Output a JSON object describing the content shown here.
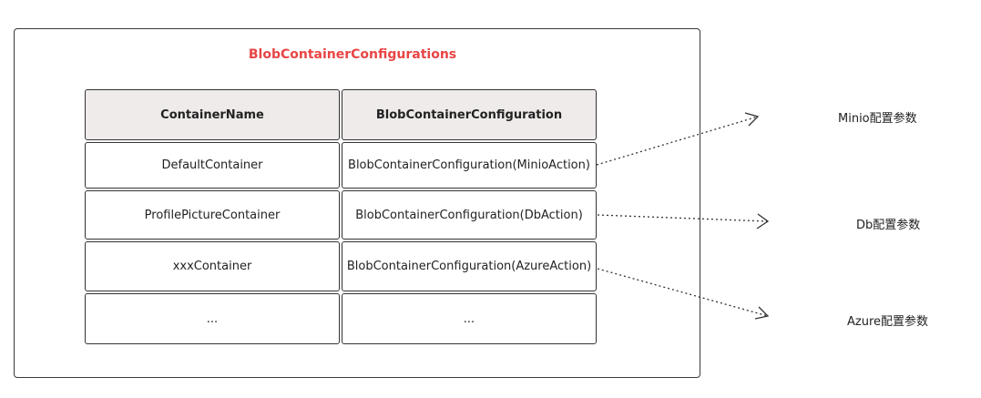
{
  "title": "BlobContainerConfigurations",
  "table": {
    "headers": [
      "ContainerName",
      "BlobContainerConfiguration"
    ],
    "rows": [
      [
        "DefaultContainer",
        "BlobContainerConfiguration(MinioAction)"
      ],
      [
        "ProfilePictureContainer",
        "BlobContainerConfiguration(DbAction)"
      ],
      [
        "xxxContainer",
        "BlobContainerConfiguration(AzureAction)"
      ],
      [
        "...",
        "..."
      ]
    ]
  },
  "targets": [
    {
      "label": "Minio配置参数"
    },
    {
      "label": "Db配置参数"
    },
    {
      "label": "Azure配置参数"
    }
  ],
  "colors": {
    "title": "#e84545",
    "header_fill": "#efebea",
    "border": "#333333"
  }
}
